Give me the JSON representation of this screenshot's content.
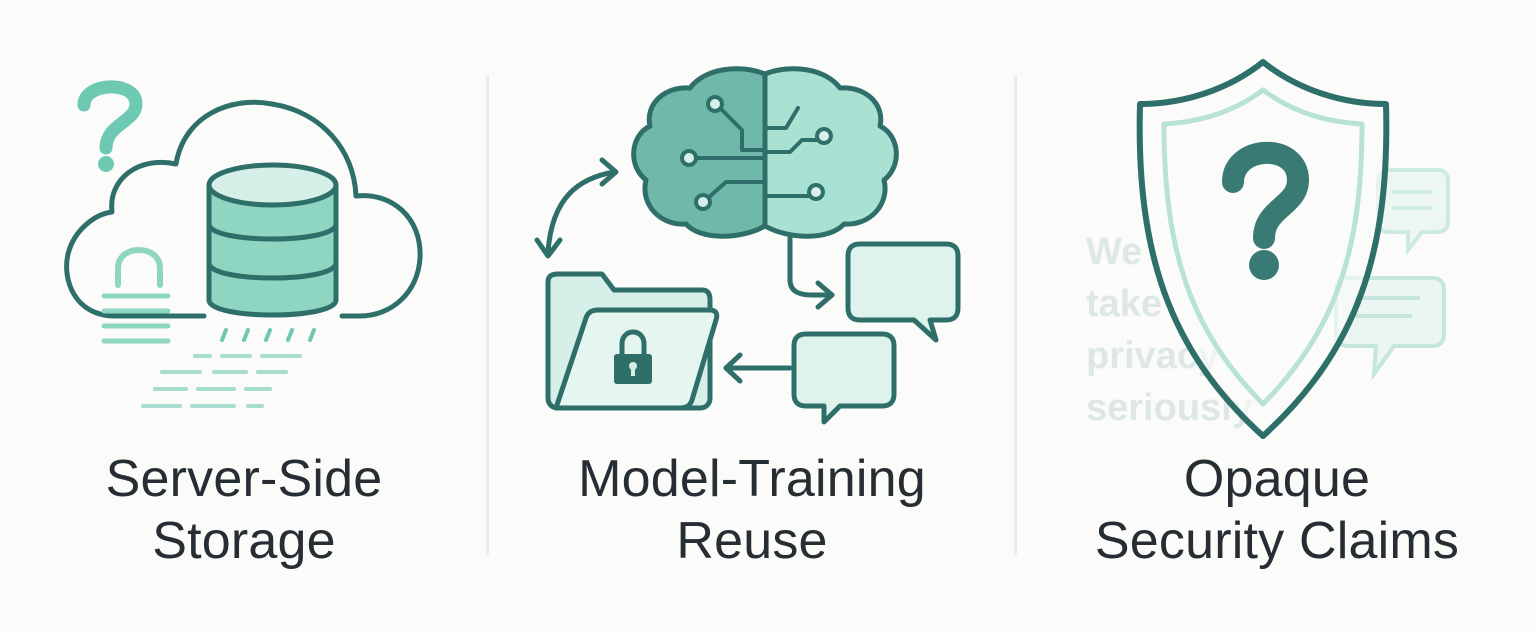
{
  "colors": {
    "stroke": "#2f6f6a",
    "fill_light": "#d6f0e9",
    "fill_mid": "#8fd6c2",
    "fill_accent": "#6ec9b3",
    "dark_teal": "#3a7a74",
    "faded": "#dde8e5",
    "text": "#262d33",
    "background": "#fbfbfa"
  },
  "panels": [
    {
      "caption_line1": "Server-Side",
      "caption_line2": "Storage",
      "icons": [
        "question-mark-icon",
        "cloud-icon",
        "database-icon",
        "padlock-icon",
        "data-stream-icon"
      ]
    },
    {
      "caption_line1": "Model-Training",
      "caption_line2": "Reuse",
      "icons": [
        "brain-circuit-icon",
        "cycle-arrow-icon",
        "locked-folder-icon",
        "chat-bubble-icon"
      ]
    },
    {
      "caption_line1": "Opaque",
      "caption_line2": "Security Claims",
      "icons": [
        "shield-icon",
        "question-mark-icon",
        "chat-bubble-icon"
      ],
      "faded_text": [
        "We",
        "take",
        "privacy",
        "seriously"
      ]
    }
  ]
}
